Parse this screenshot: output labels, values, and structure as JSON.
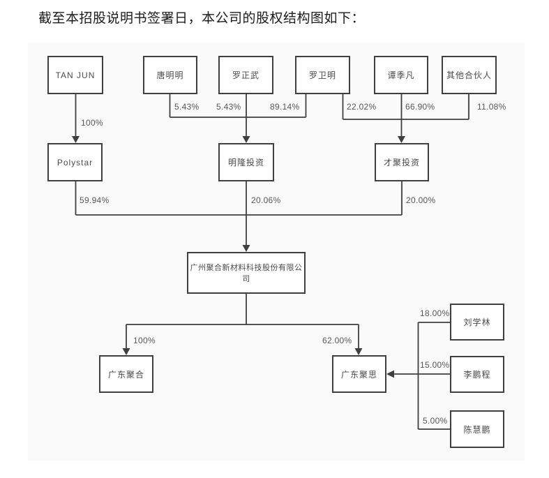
{
  "page": {
    "title": "截至本招股说明书签署日，本公司的股权结构图如下："
  },
  "diagram": {
    "type": "equity-structure-chart",
    "nodes": {
      "tan_jun": "TAN JUN",
      "tang_mingming": "唐明明",
      "luo_zhengwu": "罗正武",
      "luo_weiming": "罗卫明",
      "tan_jifan": "谭季凡",
      "other_partners": "其他合伙人",
      "polystar": "Polystar",
      "minglong": "明隆投资",
      "caiju": "才聚投资",
      "company": "广州聚合新材料科技股份有限公司",
      "gd_juhe": "广东聚合",
      "gd_jusi": "广东聚思",
      "liu_xuelin": "刘学林",
      "li_pengcheng": "李鹏程",
      "chen_huipeng": "陈慧鹏"
    },
    "ownership": {
      "tanjun_to_polystar": "100%",
      "tang_to_minglong": "5.43%",
      "luozw_to_minglong": "5.43%",
      "luowm_to_minglong": "89.14%",
      "luowm_to_caiju": "22.02%",
      "tanjf_to_caiju": "66.90%",
      "other_to_caiju": "11.08%",
      "polystar_to_company": "59.94%",
      "minglong_to_company": "20.06%",
      "caiju_to_company": "20.00%",
      "company_to_juhe": "100%",
      "company_to_jusi": "62.00%",
      "liu_to_jusi": "18.00%",
      "li_to_jusi": "15.00%",
      "chen_to_jusi": "5.00%"
    },
    "colors": {
      "line": "#3f3f3f",
      "panel_bg": "#fafafa",
      "box_bg": "#ffffff",
      "box_text": "#4a4a4a",
      "pct_text": "#565656"
    }
  }
}
